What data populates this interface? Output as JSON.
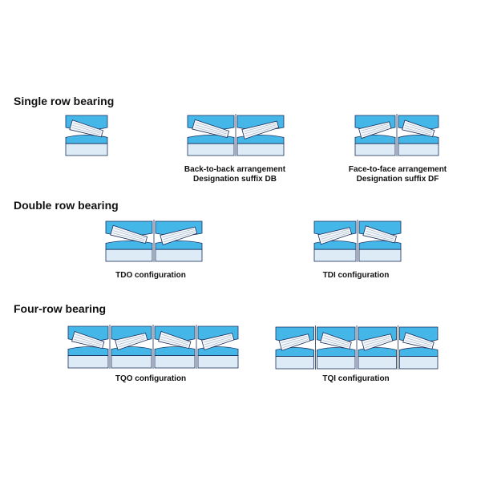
{
  "sections": [
    {
      "title": "Single row bearing"
    },
    {
      "title": "Double row bearing"
    },
    {
      "title": "Four-row bearing"
    }
  ],
  "bearings": [
    {
      "id": "single",
      "rollers": [
        "l"
      ],
      "caption": []
    },
    {
      "id": "db",
      "rollers": [
        "l",
        "r"
      ],
      "caption": [
        "Back-to-back arrangement",
        "Designation suffix DB"
      ]
    },
    {
      "id": "df",
      "rollers": [
        "r",
        "l"
      ],
      "caption": [
        "Face-to-face arrangement",
        "Designation suffix DF"
      ]
    },
    {
      "id": "tdo",
      "rollers": [
        "l",
        "r"
      ],
      "caption": [
        "TDO configuration"
      ]
    },
    {
      "id": "tdi",
      "rollers": [
        "r",
        "l"
      ],
      "caption": [
        "TDI configuration"
      ]
    },
    {
      "id": "tqo",
      "rollers": [
        "l",
        "r",
        "l",
        "r"
      ],
      "caption": [
        "TQO configuration"
      ]
    },
    {
      "id": "tqi",
      "rollers": [
        "r",
        "l",
        "r",
        "l"
      ],
      "caption": [
        "TQI configuration"
      ]
    }
  ],
  "colors": {
    "cup_fill": "#45b6e8",
    "cone_fill": "#45b6e8",
    "race_fill": "#dcebf5",
    "roller_fill": "#f2f7fb",
    "outline": "#1b2f5c"
  }
}
